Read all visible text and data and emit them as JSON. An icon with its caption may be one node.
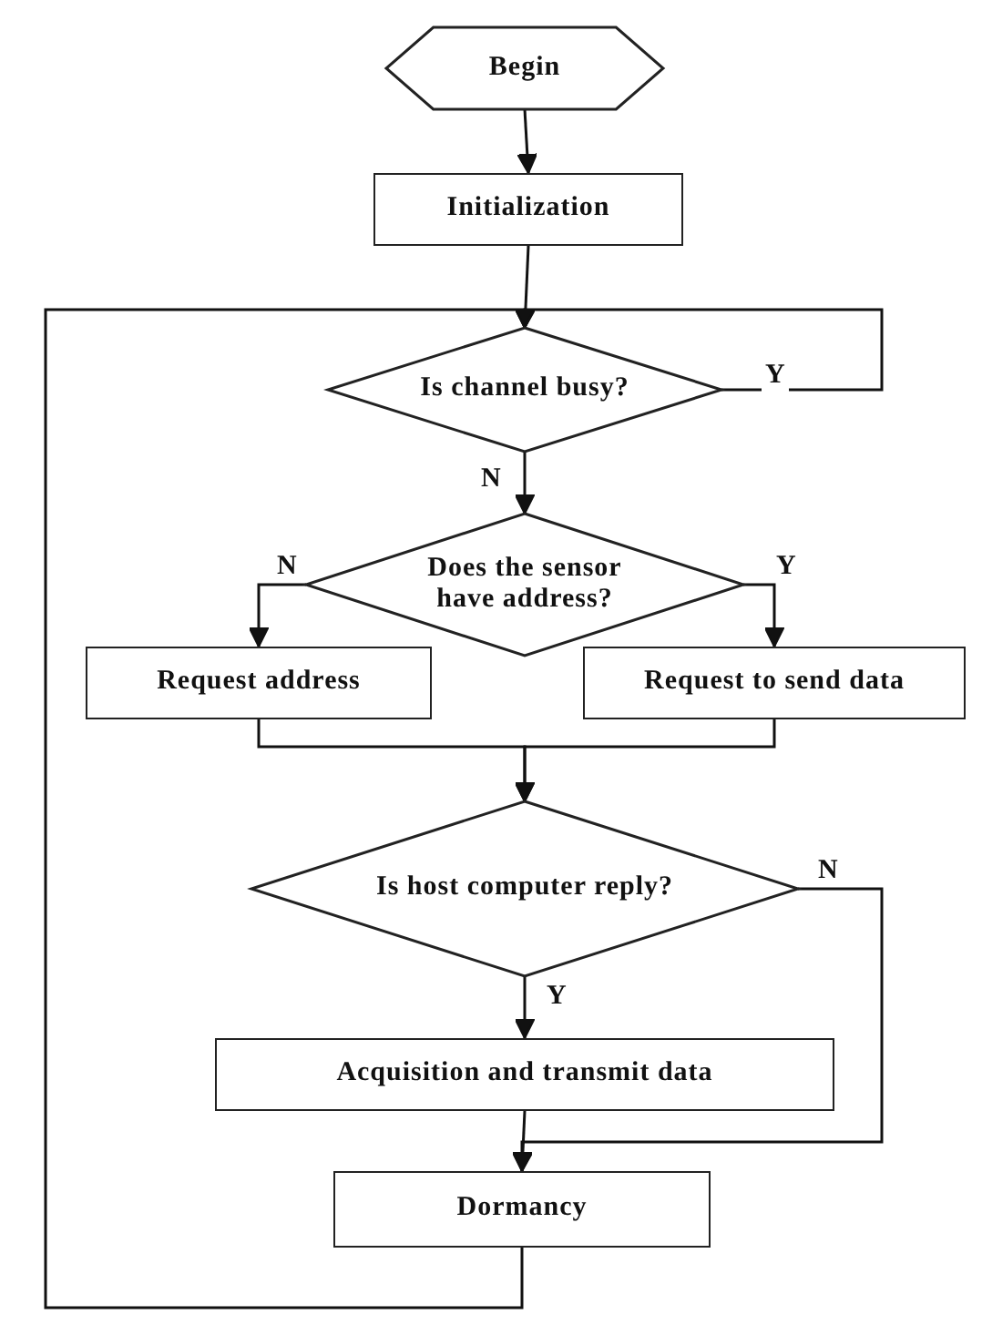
{
  "diagram": {
    "nodes": [
      {
        "text": [
          "Begin"
        ]
      },
      {
        "text": [
          "Initialization"
        ]
      },
      {
        "text": [
          "Is channel busy?"
        ]
      },
      {
        "text": [
          "Does the sensor have address?"
        ]
      },
      {
        "text": [
          "Request address"
        ]
      },
      {
        "text": [
          "Request to send data"
        ]
      },
      {
        "text": [
          "Is host computer reply?"
        ]
      },
      {
        "text": [
          "Acquisition and transmit data"
        ]
      },
      {
        "text": [
          "Dormancy"
        ]
      }
    ],
    "edges": [
      {
        "from": 0,
        "to": 1,
        "arrow": "to"
      },
      {
        "from": 1,
        "to": 2,
        "arrow": "to"
      },
      {
        "from": 2,
        "to": 2,
        "arrow": "to",
        "label": "Y"
      },
      {
        "from": 2,
        "to": 3,
        "arrow": "to",
        "label": "N"
      },
      {
        "from": 3,
        "to": 4,
        "arrow": "to",
        "label": "N"
      },
      {
        "from": 3,
        "to": 5,
        "arrow": "to",
        "label": "Y"
      },
      {
        "from": 4,
        "to": 6,
        "arrow": "to"
      },
      {
        "from": 5,
        "to": 6,
        "arrow": "to"
      },
      {
        "from": 6,
        "to": 7,
        "arrow": "to",
        "label": "Y"
      },
      {
        "from": 6,
        "to": 8,
        "arrow": "to",
        "label": "N"
      },
      {
        "from": 7,
        "to": 8,
        "arrow": "to"
      },
      {
        "from": 8,
        "to": 2,
        "arrow": "to"
      }
    ]
  }
}
